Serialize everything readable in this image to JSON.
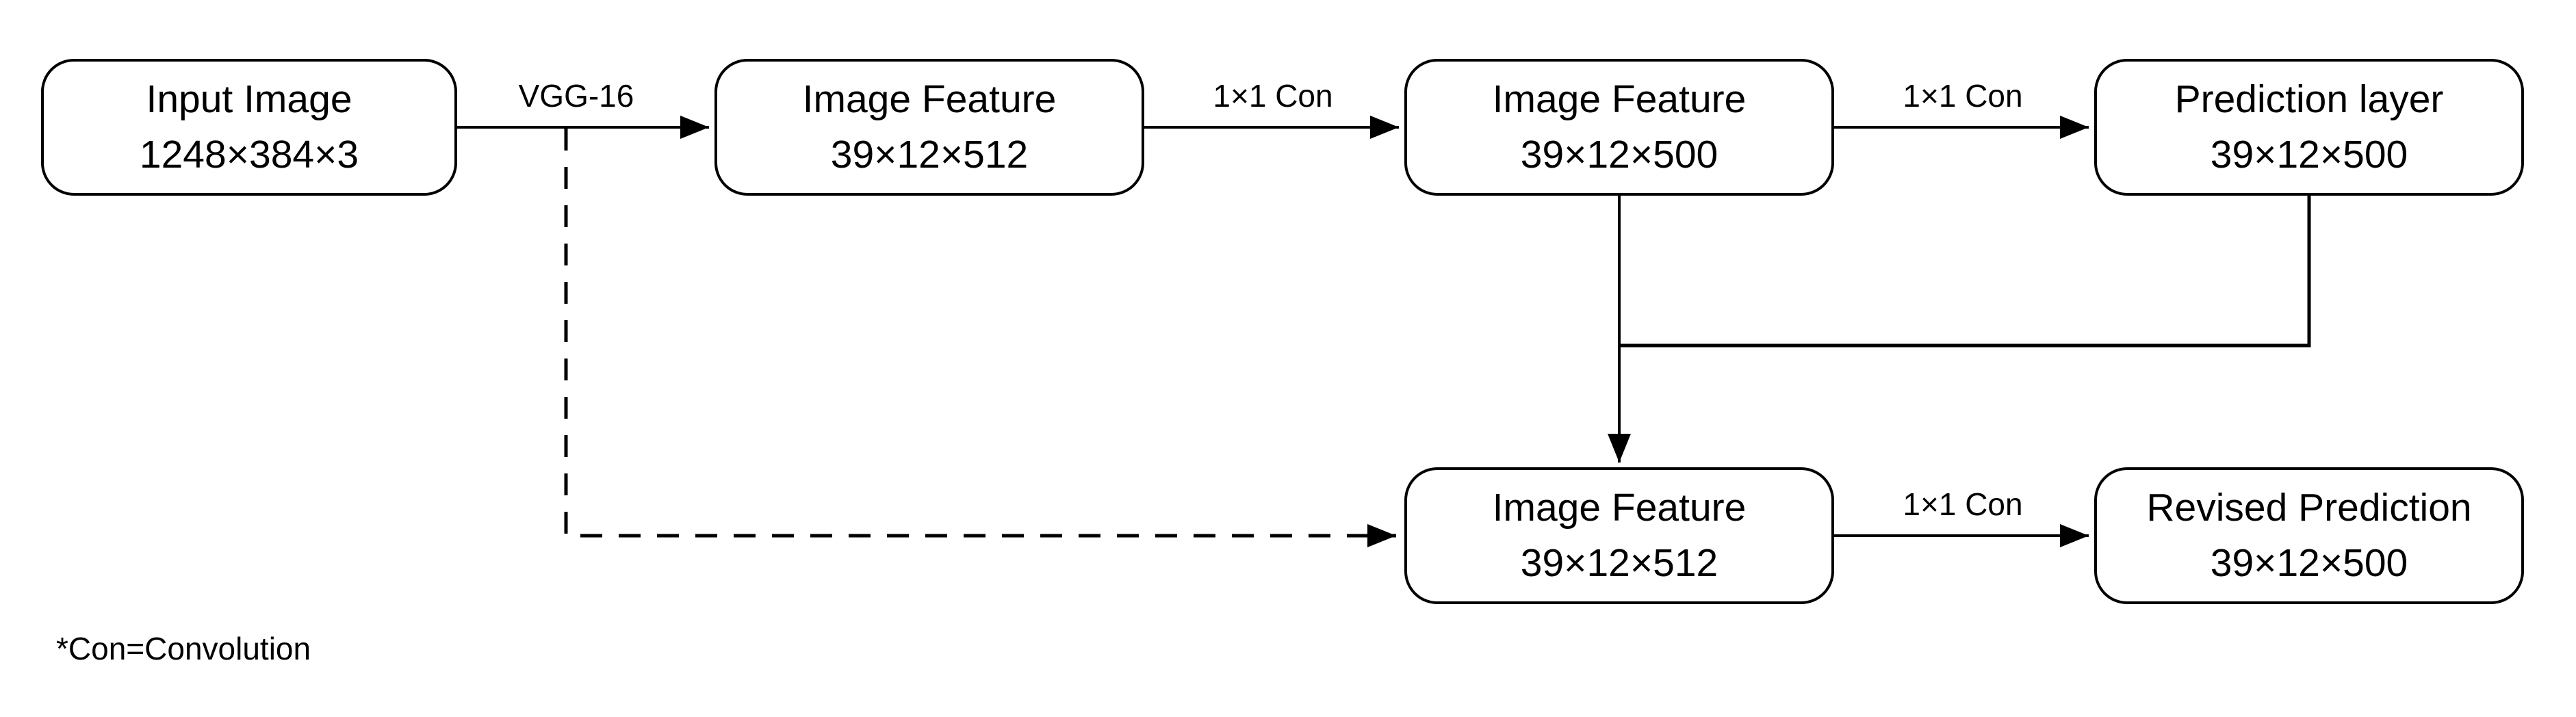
{
  "nodes": [
    {
      "id": "input-image",
      "title": "Input Image",
      "dims": "1248×384×3"
    },
    {
      "id": "image-feature-512",
      "title": "Image Feature",
      "dims": "39×12×512"
    },
    {
      "id": "image-feature-500",
      "title": "Image Feature",
      "dims": "39×12×500"
    },
    {
      "id": "prediction-layer",
      "title": "Prediction layer",
      "dims": "39×12×500"
    },
    {
      "id": "image-feature-512b",
      "title": "Image Feature",
      "dims": "39×12×512"
    },
    {
      "id": "revised-prediction",
      "title": "Revised Prediction",
      "dims": "39×12×500"
    }
  ],
  "edge_labels": {
    "vgg16": "VGG-16",
    "con1": "1×1 Con",
    "con2": "1×1 Con",
    "con3": "1×1 Con"
  },
  "footnote": "*Con=Convolution",
  "colors": {
    "stroke": "#000000",
    "text": "#000000",
    "background": "#ffffff"
  }
}
